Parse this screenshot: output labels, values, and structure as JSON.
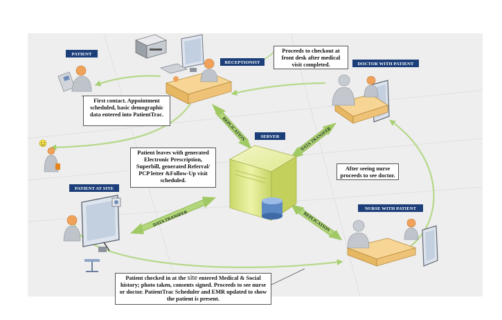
{
  "labels": {
    "patient": "PATIENT",
    "receptionist": "RECEPTIONIST",
    "doctor_with_patient": "DOCTOR WITH PATIENT",
    "server": "SERVER",
    "patient_at_site": "PATIENT AT SITE",
    "nurse_with_patient": "NURSE WITH PATIENT"
  },
  "arrows": {
    "replication_top": "REPLICATION",
    "data_transfer_right": "DATA TRANSFER",
    "data_transfer_left": "DATA TRANSFER",
    "replication_bottom": "REPLICATION"
  },
  "callouts": {
    "first_contact": "First contact. Appointment scheduled, basic demographic data entered into PatientTrac.",
    "checkout": "Proceeds to checkout at front desk after medical visit completed.",
    "patient_leaves": "Patient leaves with generated Electronic Prescription, Superbill, generated Referral/ PCP letter &Follow-Up visit scheduled.",
    "after_nurse": "After seeing nurse proceeds to see doctor.",
    "checkin_before": "Patient checked in at the",
    "checkin_site": "site",
    "checkin_after": "entered Medical & Social history; photo taken, consents signed. Proceeds to see nurse or doctor. PatientTrac Scheduler and EMR updated to show the patient is present."
  },
  "colors": {
    "label_bg": "#1c3f7a",
    "flow_arrow": "#b8d98a",
    "big_arrow": "#a6cc66",
    "server_body": "#dfe98a",
    "desk": "#f2cc82",
    "person": "#b5bac2",
    "screen": "#cfd8e4"
  }
}
